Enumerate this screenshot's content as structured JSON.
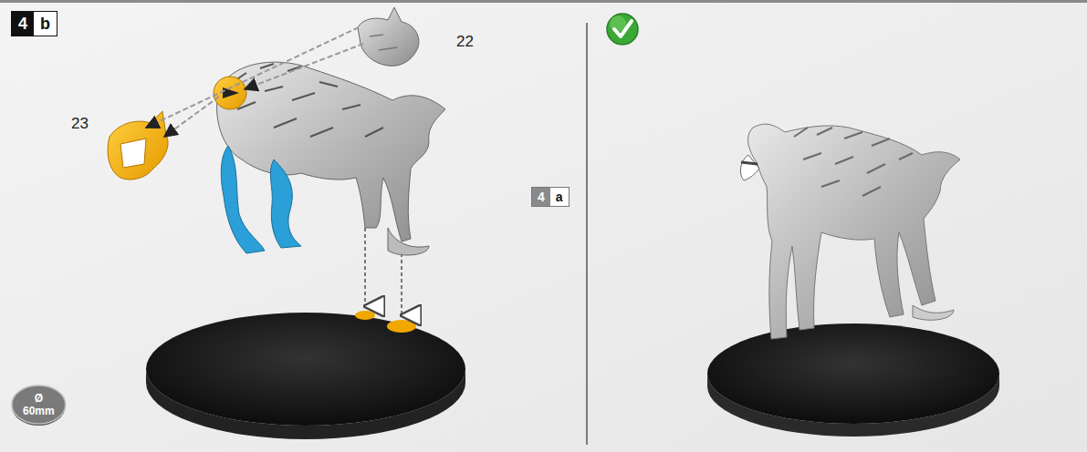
{
  "diagram": {
    "nodes": [
      {
        "text": [
          "4",
          "b"
        ]
      },
      {
        "text": [
          "4",
          "a"
        ]
      },
      {
        "text": [
          "Ø",
          "60mm"
        ]
      }
    ],
    "labels": [
      "22",
      "23"
    ]
  }
}
